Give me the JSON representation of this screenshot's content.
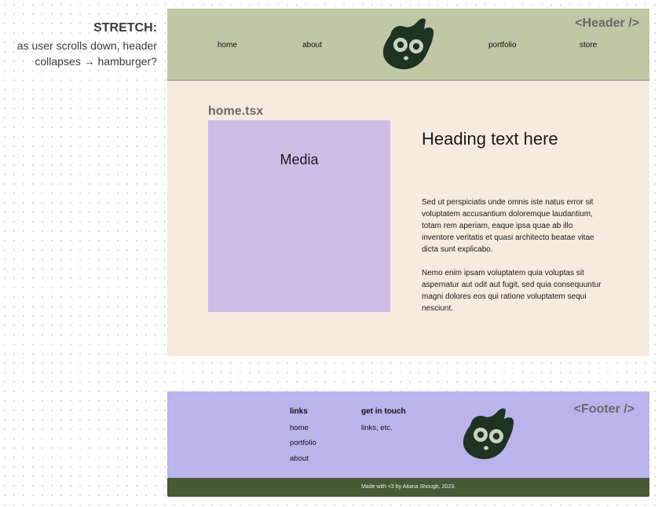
{
  "note": {
    "title": "STRETCH:",
    "text": "as user scrolls down, header collapses → hamburger?"
  },
  "header": {
    "tag": "<Header />",
    "nav": [
      "home",
      "about",
      "portfolio",
      "store"
    ],
    "logo_icon": "cat-mascot-icon"
  },
  "body": {
    "file_label": "home.tsx",
    "media_label": "Media",
    "heading": "Heading text here",
    "paragraphs": [
      "Sed ut perspiciatis unde omnis iste natus error sit voluptatem accusantium doloremque laudantium, totam rem aperiam, eaque ipsa quae ab illo inventore veritatis et quasi architecto beatae vitae dicta sunt explicabo.",
      "Nemo enim ipsam voluptatem quia voluptas sit aspernatur aut odit aut fugit, sed quia consequuntur magni dolores eos qui ratione voluptatem sequi nesciunt."
    ]
  },
  "footer": {
    "tag": "<Footer />",
    "links_heading": "links",
    "links": [
      "home",
      "portfolio",
      "about"
    ],
    "contact_heading": "get in touch",
    "contact_text": "links, etc.",
    "credit": "Made with <3 by Aitana Shough, 2023."
  },
  "colors": {
    "header_bg": "#c0c7a5",
    "body_bg": "#f7eadf",
    "media_bg": "#cdbde5",
    "footer_bg": "#bbb3ec",
    "footer_bar": "#455a35",
    "logo_dark": "#1f3322"
  }
}
